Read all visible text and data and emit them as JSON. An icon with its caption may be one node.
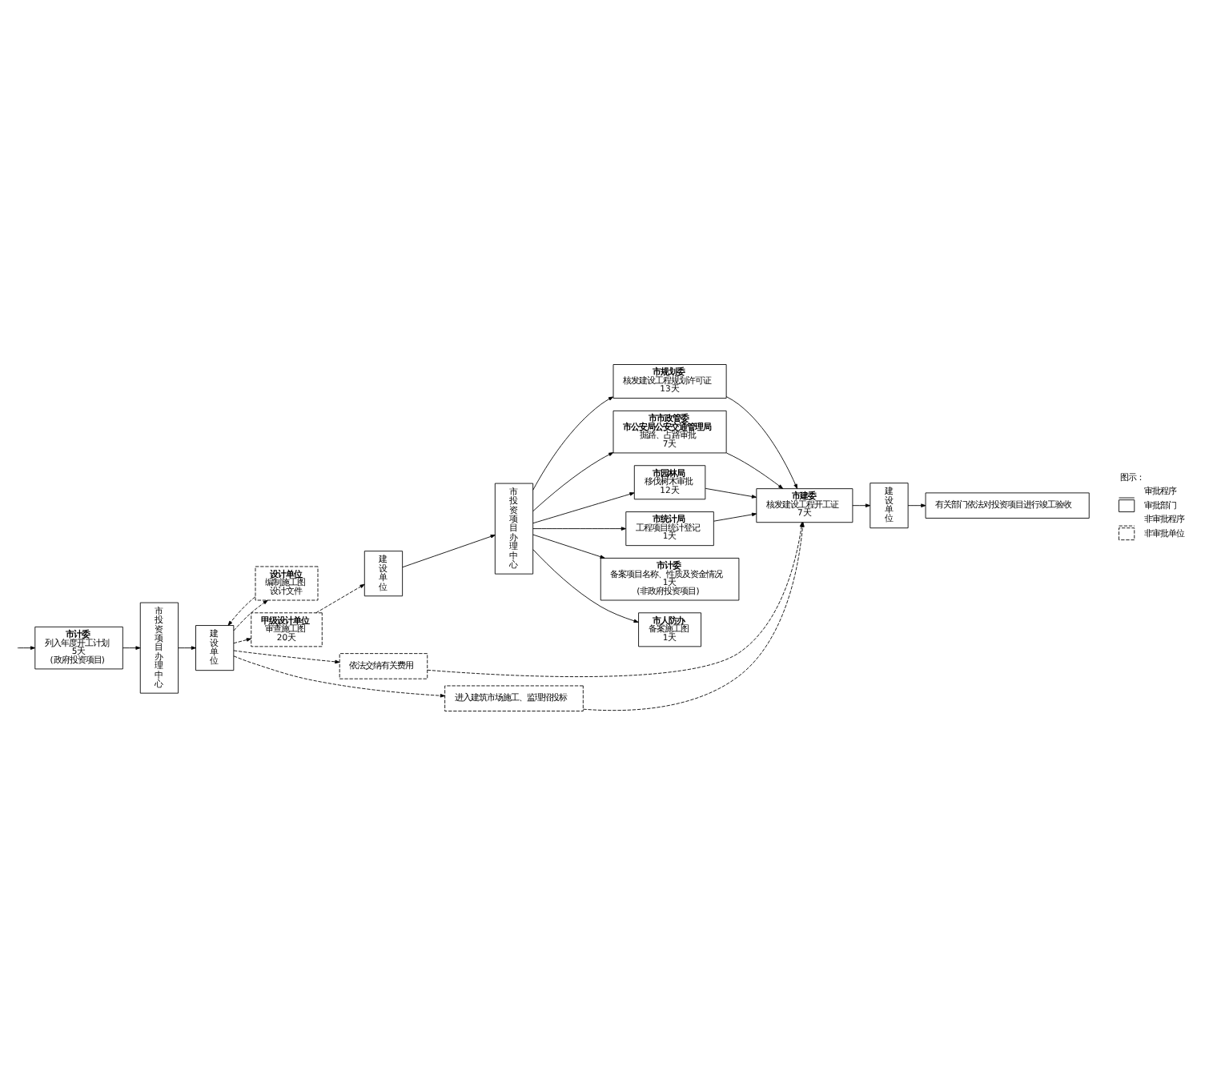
{
  "diagram": {
    "nodes": [
      {
        "text": [
          "市计委",
          "列入年度开工计划",
          "5天",
          "(政府投资项目)"
        ]
      },
      {
        "text": [
          "市投资项目办理中心"
        ]
      },
      {
        "text": [
          "建设单位"
        ]
      },
      {
        "text": [
          "设计单位",
          "编制施工图",
          "设计文件"
        ]
      },
      {
        "text": [
          "甲级设计单位",
          "审查施工图",
          "20天"
        ]
      },
      {
        "text": [
          "建设单位"
        ]
      },
      {
        "text": [
          "市投资项目办理中心"
        ]
      },
      {
        "text": [
          "市规划委",
          "核发建设工程规划许可证",
          "13天"
        ]
      },
      {
        "text": [
          "市市政管委",
          "市公安局公安交通管理局",
          "掘路、占路审批",
          "7天"
        ]
      },
      {
        "text": [
          "市园林局",
          "移伐树木审批",
          "12天"
        ]
      },
      {
        "text": [
          "市统计局",
          "工程项目统计登记",
          "1天"
        ]
      },
      {
        "text": [
          "市计委",
          "备案项目名称、性质及资金情况",
          "1天",
          "(非政府投资项目)"
        ]
      },
      {
        "text": [
          "市人防办",
          "备案施工图",
          "1天"
        ]
      },
      {
        "text": [
          "依法交纳有关费用"
        ]
      },
      {
        "text": [
          "进入建筑市场施工、监理招投标"
        ]
      },
      {
        "text": [
          "市建委",
          "核发建设工程开工证",
          "7天"
        ]
      },
      {
        "text": [
          "建设单位"
        ]
      },
      {
        "text": [
          "有关部门依法对投资项目进行竣工验收"
        ]
      }
    ],
    "edges": [
      {
        "from": null,
        "to": 0,
        "arrow": "to"
      },
      {
        "from": 0,
        "to": 1,
        "arrow": "to"
      },
      {
        "from": 1,
        "to": 2,
        "arrow": "to"
      },
      {
        "from": 2,
        "to": 3,
        "arrow": "to",
        "style": "dashed"
      },
      {
        "from": 3,
        "to": 2,
        "arrow": "to",
        "style": "dashed"
      },
      {
        "from": 2,
        "to": 4,
        "arrow": "to",
        "style": "dashed"
      },
      {
        "from": 4,
        "to": 5,
        "arrow": "to",
        "style": "dashed"
      },
      {
        "from": 2,
        "to": 13,
        "arrow": "to",
        "style": "dashed"
      },
      {
        "from": 2,
        "to": 14,
        "arrow": "to",
        "style": "dashed"
      },
      {
        "from": 13,
        "to": 15,
        "arrow": "to",
        "style": "dashed"
      },
      {
        "from": 14,
        "to": 15,
        "arrow": "to",
        "style": "dashed"
      },
      {
        "from": 5,
        "to": 6,
        "arrow": "to"
      },
      {
        "from": 6,
        "to": 7,
        "arrow": "to"
      },
      {
        "from": 6,
        "to": 8,
        "arrow": "to"
      },
      {
        "from": 6,
        "to": 9,
        "arrow": "to"
      },
      {
        "from": 6,
        "to": 10,
        "arrow": "to"
      },
      {
        "from": 6,
        "to": 11,
        "arrow": "to"
      },
      {
        "from": 6,
        "to": 12,
        "arrow": "to"
      },
      {
        "from": 7,
        "to": 15,
        "arrow": "to"
      },
      {
        "from": 8,
        "to": 15,
        "arrow": "to"
      },
      {
        "from": 9,
        "to": 15,
        "arrow": "to"
      },
      {
        "from": 10,
        "to": 15,
        "arrow": "to"
      },
      {
        "from": 15,
        "to": 16,
        "arrow": "to"
      },
      {
        "from": 16,
        "to": 17,
        "arrow": "to"
      }
    ],
    "labels": [
      "图示："
    ],
    "legend": [
      {
        "text": "审批程序"
      },
      {
        "text": "审批部门"
      },
      {
        "text": "非审批程序"
      },
      {
        "text": "非审批单位"
      }
    ]
  }
}
